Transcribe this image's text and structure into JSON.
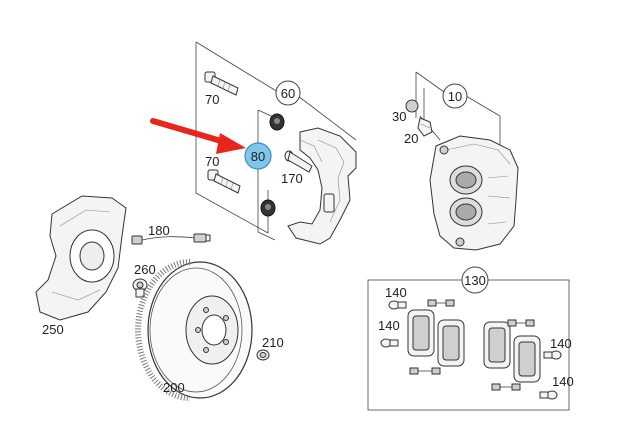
{
  "labels": {
    "bolt_top": "70",
    "bolt_bottom": "70",
    "caliper_bracket_group": "60",
    "highlighted_ref": "80",
    "guide_pin": "170",
    "caliper_group": "10",
    "bleeder_cap": "30",
    "bleeder_screw": "20",
    "wear_sensor": "180",
    "dust_shield": "250",
    "shield_bolt": "260",
    "brake_disc": "200",
    "disc_screw": "210",
    "pad_set_group": "130",
    "pad_clip_tl": "140",
    "pad_clip_ml": "140",
    "pad_clip_tr": "140",
    "pad_clip_br": "140"
  },
  "colors": {
    "highlight_fill": "#7fc6ea",
    "highlight_stroke": "#3a8fc0",
    "arrow": "#e8261e",
    "line": "#444444"
  },
  "icons": {
    "pointer": "red-arrow-icon"
  }
}
